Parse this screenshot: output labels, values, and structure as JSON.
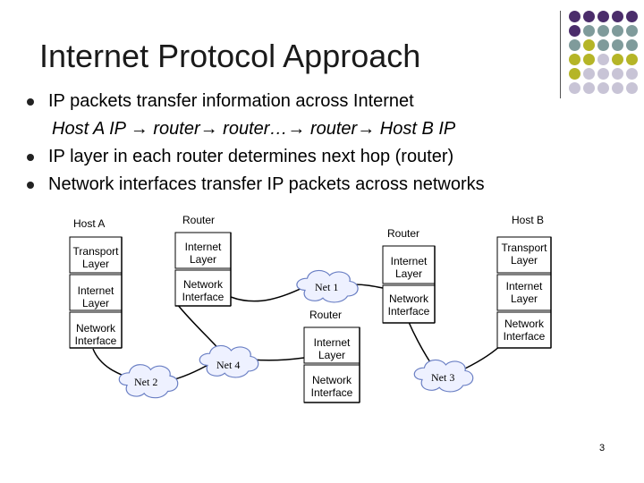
{
  "title": "Internet Protocol Approach",
  "bullets": [
    {
      "text": "IP packets transfer information across Internet",
      "bullet": true
    },
    {
      "text": "Host A IP → router→ router…→ router→ Host B IP",
      "bullet": false
    },
    {
      "text": "IP layer in each router determines next hop (router)",
      "bullet": true
    },
    {
      "text": "Network interfaces transfer IP packets across networks",
      "bullet": true
    }
  ],
  "diagram": {
    "host_a": "Host A",
    "host_b": "Host B",
    "router_top_left": "Router",
    "router_top_right": "Router",
    "router_mid": "Router",
    "transport_layer": "Transport Layer",
    "internet_layer": "Internet Layer",
    "network_interface": "Network Interface",
    "net1": "Net 1",
    "net2": "Net 2",
    "net3": "Net 3",
    "net4": "Net 4"
  },
  "page_number": "3",
  "colors": {
    "purple": "#4b2d6b",
    "teal": "#7f9b9b",
    "olive": "#b5b527",
    "lavender": "#c8c4d6"
  }
}
